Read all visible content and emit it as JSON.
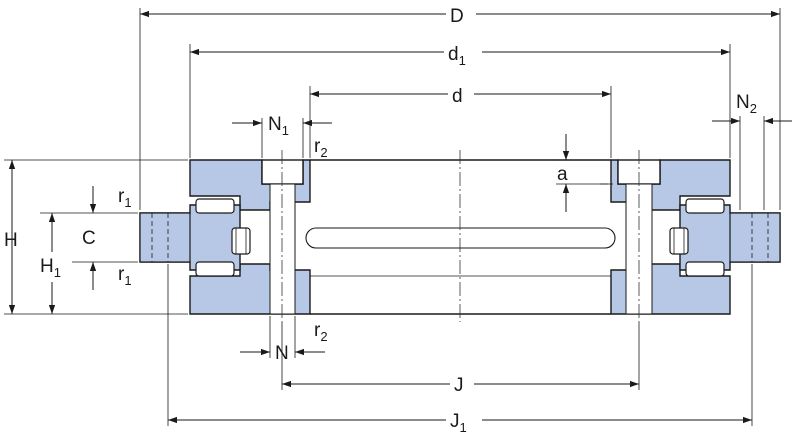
{
  "colors": {
    "ring_fill": "#b6c8e6",
    "outline": "#1a1a1a",
    "background": "#ffffff"
  },
  "labels": {
    "D": "D",
    "d1": "d",
    "d1_sub": "1",
    "d": "d",
    "N1": "N",
    "N1_sub": "1",
    "N2": "N",
    "N2_sub": "2",
    "r2_top": "r",
    "r2_top_sub": "2",
    "r2_bottom": "r",
    "r2_bottom_sub": "2",
    "a": "a",
    "H": "H",
    "H1": "H",
    "H1_sub": "1",
    "C": "C",
    "r1_top": "r",
    "r1_top_sub": "1",
    "r1_bottom": "r",
    "r1_bottom_sub": "1",
    "N": "N",
    "J": "J",
    "J1": "J",
    "J1_sub": "1"
  }
}
